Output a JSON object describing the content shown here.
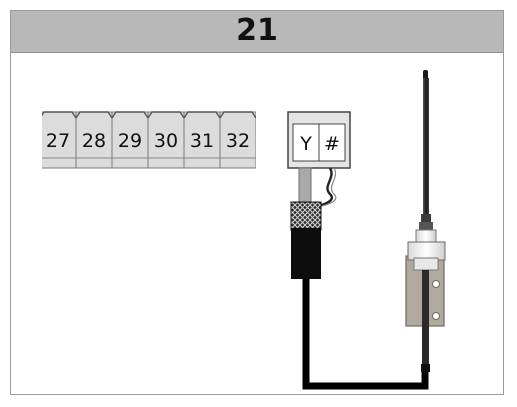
{
  "header": {
    "step_number": "21"
  },
  "terminal_strip": {
    "terminals": [
      "27",
      "28",
      "29",
      "30",
      "31",
      "32"
    ]
  },
  "connector_block": {
    "labels": [
      "Y",
      "#"
    ]
  },
  "colors": {
    "header_bg": "#b8b8b8",
    "terminal_bg": "#dcdcdc",
    "cable": "#000000",
    "bracket": "#b0a99e"
  }
}
